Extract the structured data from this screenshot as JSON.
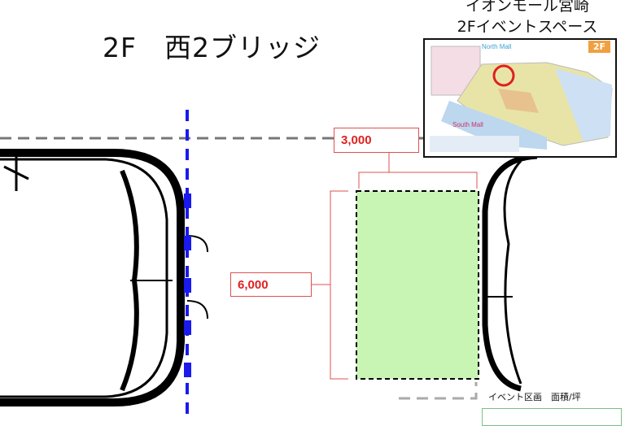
{
  "title": "2F　西2ブリッジ",
  "map_title": [
    "イオンモール宮崎",
    "2Fイベントスペース"
  ],
  "map": {
    "north_label": "North Mall",
    "south_label": "South Mall",
    "floor_badge": "2F",
    "highlight_color": "#e02020"
  },
  "dimensions": {
    "width": "3,000",
    "depth": "6,000"
  },
  "legend": {
    "label": "イベント区画　面積/坪"
  },
  "colors": {
    "event_area": "#c8f5b4",
    "dimension_red": "#e02020",
    "boundary_blue": "#1a1aee"
  }
}
